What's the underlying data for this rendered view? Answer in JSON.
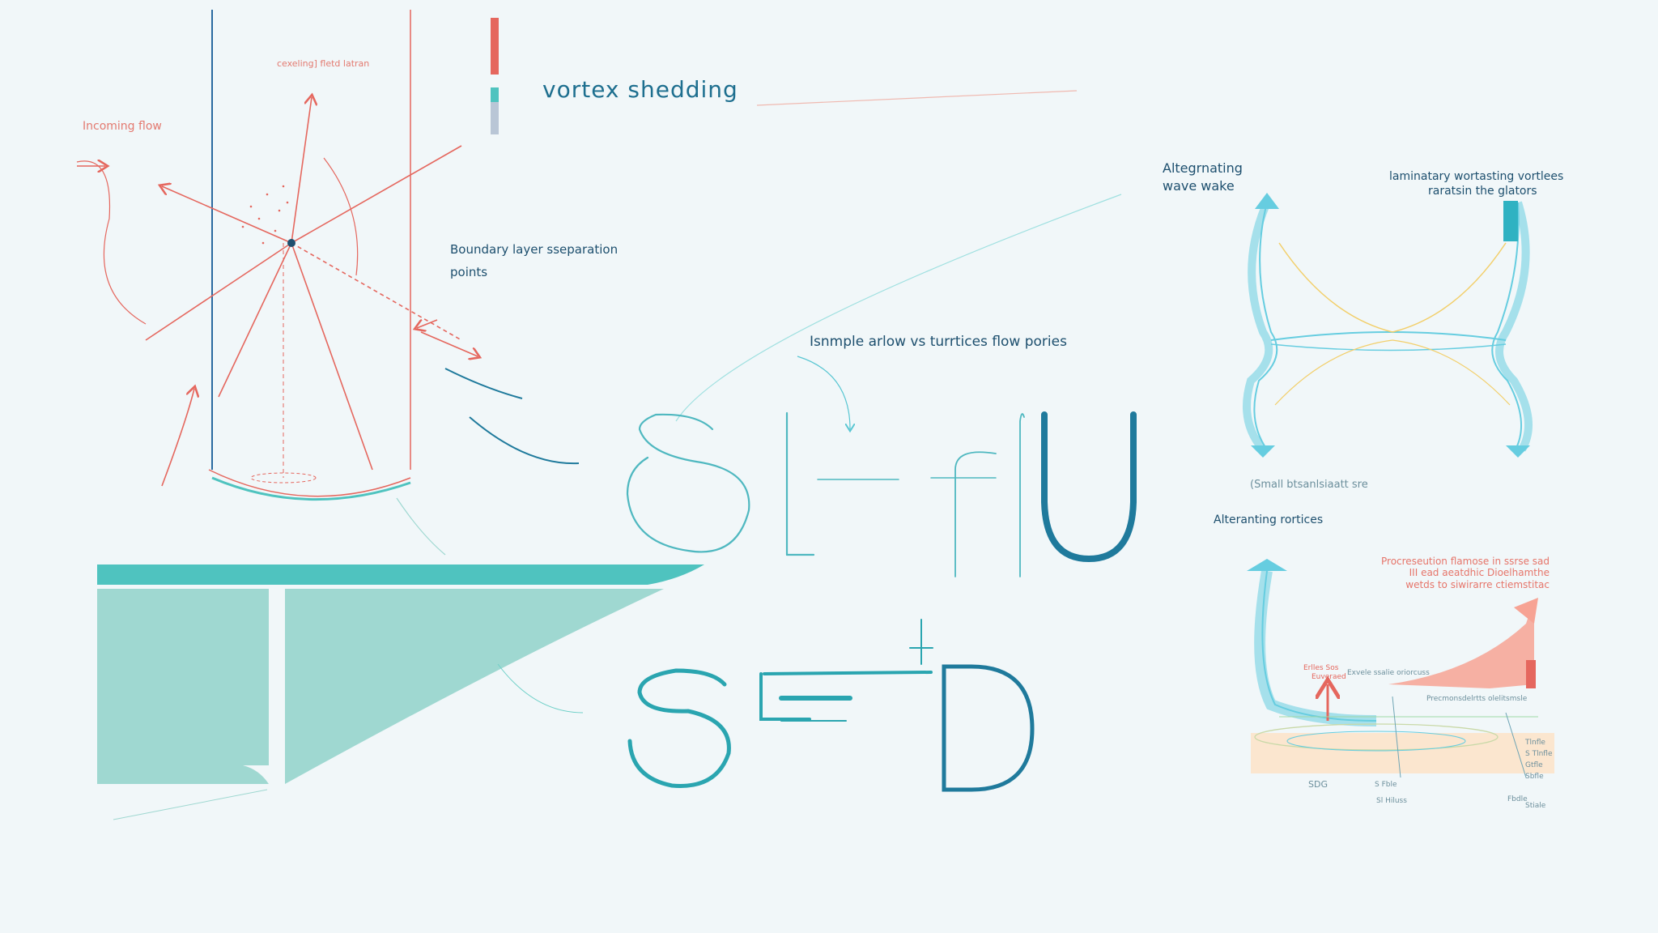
{
  "title": "vortex shedding",
  "labels": {
    "cylinder_top": "cexeling] fletd latran",
    "incoming_flow": "Incoming flow",
    "boundary_layer_line1": "Boundary layer sseparation",
    "boundary_layer_line2": "points",
    "sample_arrow": "Isnmple arlow vs turrtices flow pories",
    "alternating_wake_line1": "Altegrnating",
    "alternating_wake_line2": "wave wake",
    "laminatary_line1": "laminatary wortasting vortlees",
    "laminatary_line2": "raratsin the glators",
    "small_label": "(Small btsanlsiaatt sre",
    "alternating_vortices": "Alteranting rortices",
    "coral_note": "Procreseution flamose in ssrse sad\nIII ead aeatdhic Dioelhamthe\nwetds to siwirarre ctiemstitac",
    "tiny_a": "Erlles Sos",
    "tiny_b": "Euveraed",
    "tiny_c": "Exvele ssalie oriorcuss",
    "tiny_d": "Precmonsdelrtts olelitsmsle",
    "tiny_e": "Tlnfle",
    "tiny_f": "S Tlnfle",
    "tiny_g": "SDG",
    "tiny_h": "S Fble",
    "tiny_i": "Sl Hiluss",
    "tiny_j": "Gtfle",
    "tiny_k": "Sbfle",
    "tiny_l": "Fbdle",
    "tiny_m": "Stiale"
  },
  "formula": {
    "line1": [
      "S",
      "t",
      "=",
      "f",
      "U"
    ],
    "line2": [
      "S",
      "t",
      "=",
      "D"
    ]
  },
  "colors": {
    "teal": "#4fc3bf",
    "teal_light": "#9fd8d1",
    "deep_blue": "#1f7a9c",
    "coral": "#e5675e",
    "cyan": "#66cde0",
    "yellow": "#f2cf6b",
    "peach": "#fbe6cf",
    "background": "#f1f7f9"
  },
  "icons": [
    "arrow-up-icon",
    "arrow-down-icon",
    "vortex-burst-icon",
    "legend-color-bar-icon"
  ]
}
